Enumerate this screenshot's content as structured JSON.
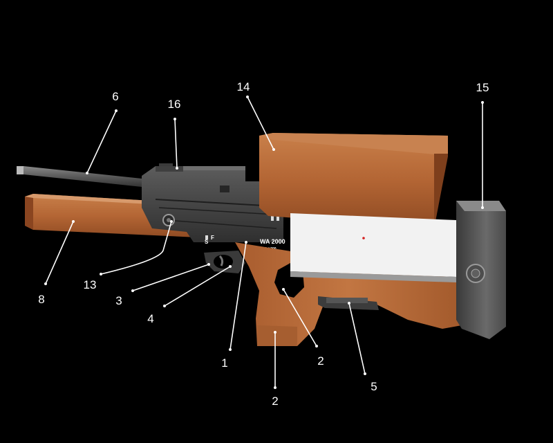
{
  "diagram": {
    "subject": "WA 2000 rifle",
    "markings": {
      "model": "WA 2000",
      "caliber": "Kal.300",
      "selector_s": "S",
      "selector_f": "F"
    },
    "callouts": [
      {
        "id": "c1",
        "label": "1"
      },
      {
        "id": "c2a",
        "label": "2"
      },
      {
        "id": "c2b",
        "label": "2"
      },
      {
        "id": "c3",
        "label": "3"
      },
      {
        "id": "c4",
        "label": "4"
      },
      {
        "id": "c5",
        "label": "5"
      },
      {
        "id": "c6",
        "label": "6"
      },
      {
        "id": "c8",
        "label": "8"
      },
      {
        "id": "c13",
        "label": "13"
      },
      {
        "id": "c14",
        "label": "14"
      },
      {
        "id": "c15",
        "label": "15"
      },
      {
        "id": "c16",
        "label": "16"
      }
    ],
    "colors": {
      "background": "#000000",
      "wood": "#b86a3a",
      "wood_dark": "#7a3f1c",
      "metal": "#4a4a4a",
      "metal_dark": "#2b2b2b",
      "panel": "#f2f2f2",
      "sight_dot": "#d42020",
      "callout": "#ffffff"
    }
  }
}
